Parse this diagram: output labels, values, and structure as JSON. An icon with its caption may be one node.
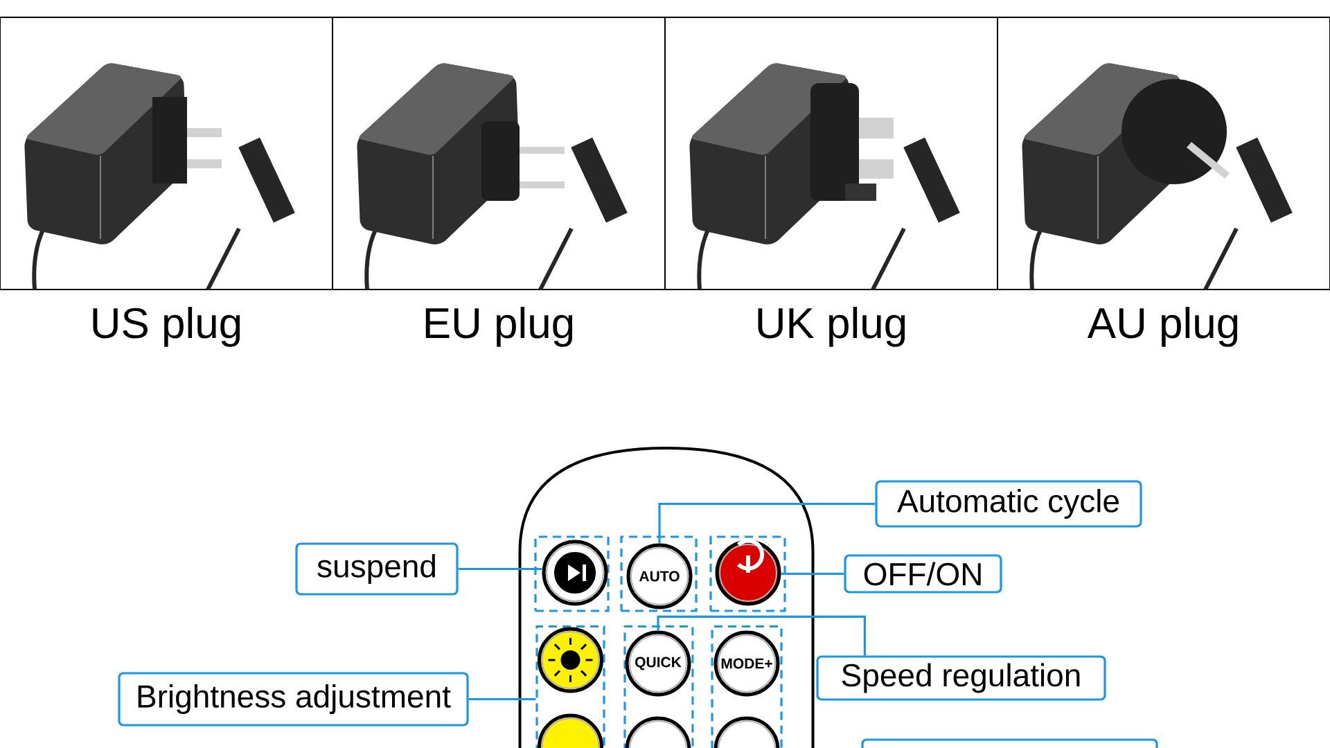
{
  "diagram": {
    "nodes": [
      {
        "text": [],
        "shape": "picture",
        "beside": [
          "US plug"
        ]
      },
      {
        "text": [],
        "shape": "picture",
        "beside": [
          "EU plug"
        ]
      },
      {
        "text": [],
        "shape": "picture",
        "beside": [
          "UK plug"
        ]
      },
      {
        "text": [],
        "shape": "picture",
        "beside": [
          "AU plug"
        ]
      },
      {
        "text": [],
        "shape": "remote"
      },
      {
        "text": [],
        "shape": "box",
        "in": 4
      },
      {
        "text": [],
        "shape": "circle",
        "in": 5
      },
      {
        "text": [],
        "shape": "box",
        "in": 4
      },
      {
        "text": [
          "AUTO"
        ],
        "in": 7
      },
      {
        "text": [],
        "shape": "box",
        "in": 4
      },
      {
        "text": [],
        "shape": "circle",
        "in": 9
      },
      {
        "text": [],
        "shape": "box",
        "in": 4
      },
      {
        "text": [],
        "shape": "circle",
        "in": 11
      },
      {
        "text": [],
        "shape": "circle",
        "in": 11
      },
      {
        "text": [],
        "shape": "box",
        "in": 4
      },
      {
        "text": [
          "QUICK"
        ],
        "in": 14
      },
      {
        "text": [],
        "shape": "circle",
        "in": 14
      },
      {
        "text": [],
        "shape": "box",
        "in": 4
      },
      {
        "text": [
          "MODE+"
        ],
        "in": 17
      },
      {
        "text": [],
        "shape": "circle",
        "in": 17
      },
      {
        "text": [
          "Automatic cycle"
        ]
      },
      {
        "text": [
          "suspend"
        ]
      },
      {
        "text": [
          "OFF/ON"
        ]
      },
      {
        "text": [
          "Speed regulation"
        ]
      },
      {
        "text": [
          "Brightness adjustment"
        ]
      },
      {
        "text": [],
        "shape": "box"
      }
    ],
    "edges": [
      {
        "from": 21,
        "to": 6,
        "arrow": "none"
      },
      {
        "from": 20,
        "to": 8,
        "arrow": "none"
      },
      {
        "from": 22,
        "to": 10,
        "arrow": "none"
      },
      {
        "from": 23,
        "to": 15,
        "arrow": "none"
      },
      {
        "from": 24,
        "to": 11,
        "arrow": "none"
      }
    ]
  }
}
